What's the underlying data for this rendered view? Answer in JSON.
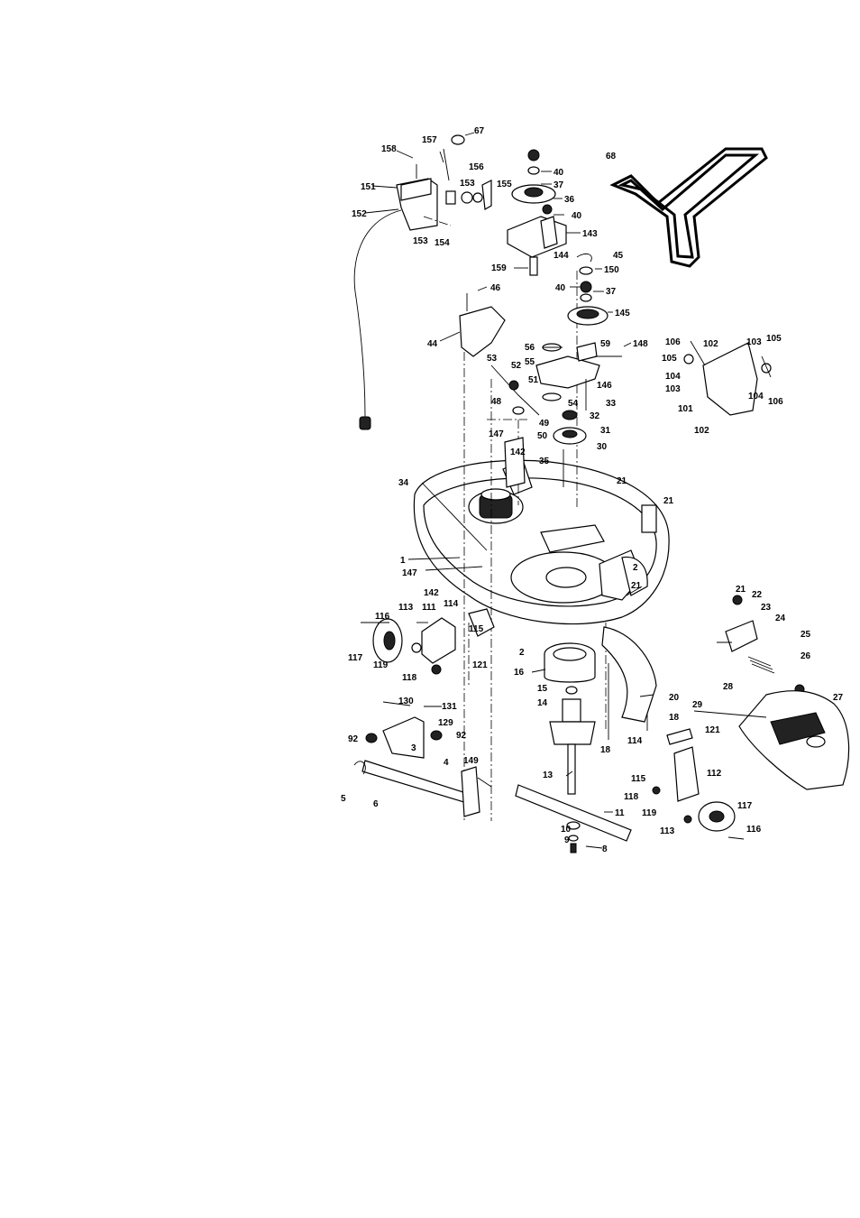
{
  "labels": {
    "l157": "157",
    "l67": "67",
    "l158": "158",
    "l156": "156",
    "l153a": "153",
    "l155": "155",
    "l151": "151",
    "l152": "152",
    "l153b": "153",
    "l154": "154",
    "l40a": "40",
    "l37a": "37",
    "l36": "36",
    "l40b": "40",
    "l143": "143",
    "l144": "144",
    "l159": "159",
    "l68": "68",
    "l45": "45",
    "l150": "150",
    "l40c": "40",
    "l37b": "37",
    "l145": "145",
    "l46": "46",
    "l44": "44",
    "l56": "56",
    "l55": "55",
    "l59": "59",
    "l148": "148",
    "l53": "53",
    "l52": "52",
    "l51": "51",
    "l146": "146",
    "l48": "48",
    "l54": "54",
    "l33": "33",
    "l49": "49",
    "l50": "50",
    "l32": "32",
    "l31": "31",
    "l142a": "142",
    "l147a": "147",
    "l30": "30",
    "l35": "35",
    "l21a": "21",
    "l21b": "21",
    "l34": "34",
    "l106a": "106",
    "l102a": "102",
    "l105a": "105",
    "l104a": "104",
    "l103a": "103",
    "l103b": "103",
    "l105b": "105",
    "l104b": "104",
    "l106b": "106",
    "l101": "101",
    "l102b": "102",
    "l1": "1",
    "l147b": "147",
    "l2a": "2",
    "l21c": "21",
    "l142b": "142",
    "l113a": "113",
    "l111": "111",
    "l114a": "114",
    "l116a": "116",
    "l115a": "115",
    "l117a": "117",
    "l119a": "119",
    "l121a": "121",
    "l118a": "118",
    "l2b": "2",
    "l16": "16",
    "l15": "15",
    "l14": "14",
    "l21d": "21",
    "l22": "22",
    "l23": "23",
    "l24": "24",
    "l25": "25",
    "l26": "26",
    "l20": "20",
    "l29": "29",
    "l28": "28",
    "l27": "27",
    "l130": "130",
    "l131": "131",
    "l129": "129",
    "l92a": "92",
    "l92b": "92",
    "l3": "3",
    "l18a": "18",
    "l114b": "114",
    "l18b": "18",
    "l121b": "121",
    "l13": "13",
    "l115b": "115",
    "l112": "112",
    "l118b": "118",
    "l5": "5",
    "l6": "6",
    "l4": "4",
    "l149": "149",
    "l119b": "119",
    "l117b": "117",
    "l11": "11",
    "l10": "10",
    "l9": "9",
    "l8": "8",
    "l113b": "113",
    "l116b": "116"
  }
}
